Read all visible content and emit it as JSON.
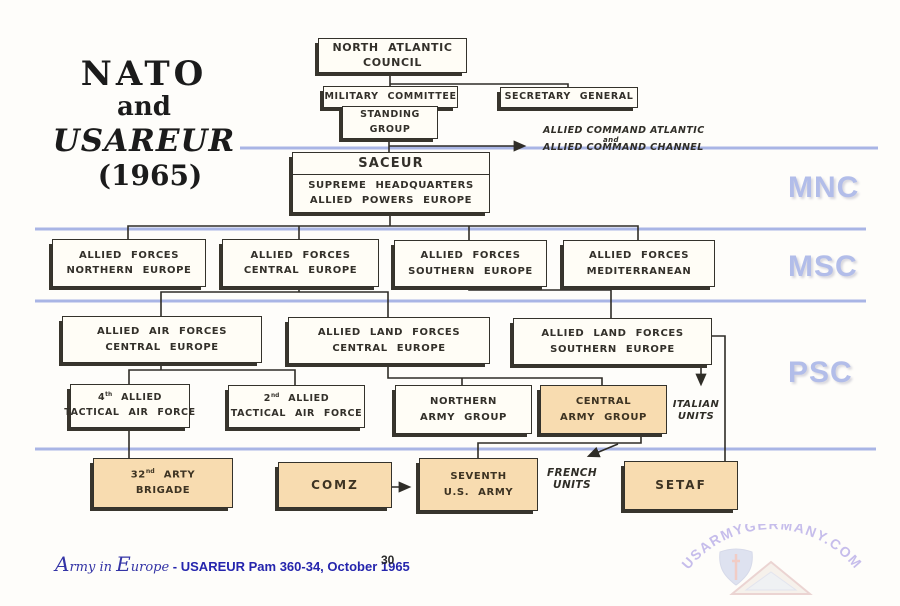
{
  "page": {
    "number": "30"
  },
  "title": {
    "line1": "NATO",
    "line2": "and",
    "line3": "USAREUR",
    "year": "(1965)"
  },
  "levels": {
    "mnc": "MNC",
    "msc": "MSC",
    "psc": "PSC"
  },
  "boxes": {
    "nac": {
      "l1": "NORTH ATLANTIC",
      "l2": "COUNCIL"
    },
    "milcom": {
      "l1": "MILITARY COMMITTEE"
    },
    "secgen": {
      "l1": "SECRETARY GENERAL"
    },
    "standing": {
      "l1": "STANDING",
      "l2": "GROUP"
    },
    "saceur": {
      "title": "SACEUR",
      "l1": "SUPREME HEADQUARTERS",
      "l2": "ALLIED POWERS EUROPE"
    },
    "afne": {
      "l1": "ALLIED FORCES",
      "l2": "NORTHERN EUROPE"
    },
    "afce": {
      "l1": "ALLIED FORCES",
      "l2": "CENTRAL EUROPE"
    },
    "afse": {
      "l1": "ALLIED FORCES",
      "l2": "SOUTHERN EUROPE"
    },
    "afmed": {
      "l1": "ALLIED FORCES",
      "l2": "MEDITERRANEAN"
    },
    "aafce": {
      "l1": "ALLIED AIR FORCES",
      "l2": "CENTRAL EUROPE"
    },
    "alfce": {
      "l1": "ALLIED LAND FORCES",
      "l2": "CENTRAL EUROPE"
    },
    "alfse": {
      "l1": "ALLIED LAND FORCES",
      "l2": "SOUTHERN EUROPE"
    },
    "ataf4": {
      "num": "4",
      "sup": "th",
      "rest": " ALLIED",
      "l2": "TACTICAL AIR FORCE"
    },
    "ataf2": {
      "num": "2",
      "sup": "nd",
      "rest": " ALLIED",
      "l2": "TACTICAL AIR FORCE"
    },
    "nag": {
      "l1": "NORTHERN",
      "l2": "ARMY GROUP"
    },
    "cag": {
      "l1": "CENTRAL",
      "l2": "ARMY GROUP"
    },
    "arty32": {
      "num": "32",
      "sup": "nd",
      "rest": " ARTY",
      "l2": "BRIGADE"
    },
    "comz": {
      "l1": "COMZ"
    },
    "seventh": {
      "l1": "SEVENTH",
      "l2": "U.S. ARMY"
    },
    "setaf": {
      "l1": "SETAF"
    }
  },
  "annotations": {
    "allied_command_1": "ALLIED COMMAND ATLANTIC",
    "allied_command_and": "and",
    "allied_command_2": "ALLIED COMMAND CHANNEL",
    "italian_1": "ITALIAN",
    "italian_2": "UNITS",
    "french_1": "FRENCH",
    "french_2": "UNITS"
  },
  "footer": {
    "army_a": "A",
    "army_rest": "rmy in ",
    "europe_e": "E",
    "europe_rest": "urope",
    "pam": " - USAREUR Pam 360-34, October 1965"
  },
  "watermark": {
    "text": "USARMYGERMANY.COM"
  },
  "colors": {
    "divider_blue": "#a9b5e5",
    "level_label": "#b2bde9",
    "tan_fill": "#f8dcb0",
    "ink": "#2f2d27",
    "footer_blue": "#2b2ba8",
    "watermark_lavender": "#b9aee8"
  }
}
